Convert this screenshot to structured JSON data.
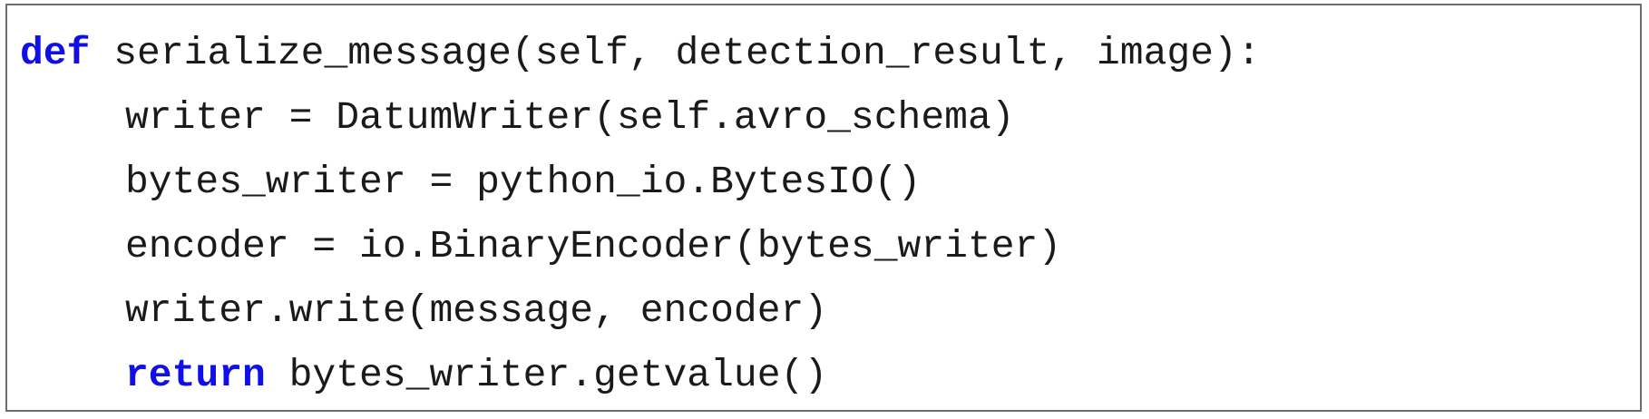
{
  "code": {
    "keyword_color": "#1010e6",
    "text_color": "#1a1a1a",
    "lines": [
      {
        "keyword": "def",
        "text": " serialize_message(self, detection_result, image):"
      },
      {
        "keyword": "",
        "text": "writer = DatumWriter(self.avro_schema)"
      },
      {
        "keyword": "",
        "text": "bytes_writer = python_io.BytesIO()"
      },
      {
        "keyword": "",
        "text": "encoder = io.BinaryEncoder(bytes_writer)"
      },
      {
        "keyword": "",
        "text": "writer.write(message, encoder)"
      },
      {
        "keyword": "return",
        "text": " bytes_writer.getvalue()"
      }
    ]
  }
}
